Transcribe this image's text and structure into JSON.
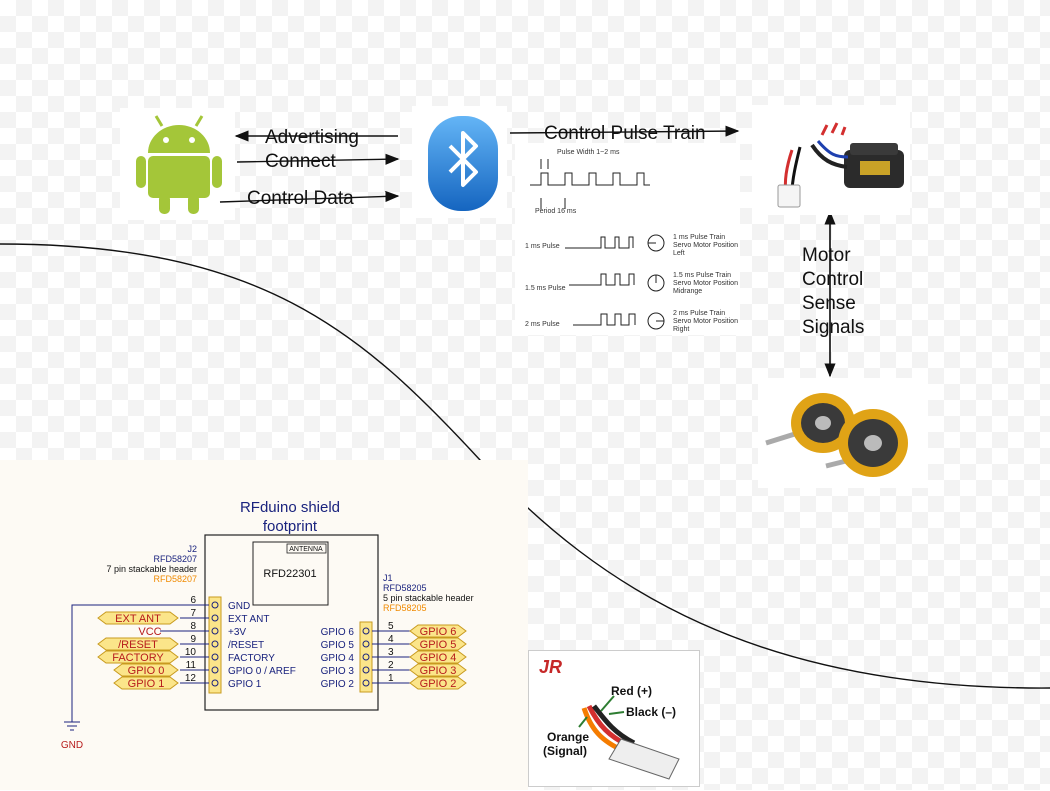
{
  "phone_arrows": {
    "advertising": "Advertising",
    "connect": "Connect",
    "control_data": "Control Data"
  },
  "pulse_train_label": "Control Pulse Train",
  "motor_label_lines": [
    "Motor",
    "Control",
    "Sense",
    "Signals"
  ],
  "pulse_diagram": {
    "width_label": "Pulse Width 1~2 ms",
    "period_label": "Period 16 ms",
    "rows": [
      {
        "label": "1 ms Pulse",
        "desc": [
          "1 ms Pulse Train",
          "Servo Motor Position",
          "Left"
        ]
      },
      {
        "label": "1.5 ms Pulse",
        "desc": [
          "1.5 ms Pulse Train",
          "Servo Motor Position",
          "Midrange"
        ]
      },
      {
        "label": "2 ms Pulse",
        "desc": [
          "2 ms Pulse Train",
          "Servo Motor Position",
          "Right"
        ]
      }
    ]
  },
  "shield": {
    "title_line1": "RFduino shield",
    "title_line2": "footprint",
    "antenna": "ANTENNA",
    "chip": "RFD22301",
    "j2": {
      "ref": "J2",
      "part": "RFD58207",
      "desc": "7 pin stackable header",
      "part_alt": "RFD58207"
    },
    "j1": {
      "ref": "J1",
      "part": "RFD58205",
      "desc": "5 pin stackable header",
      "part_alt": "RFD58205"
    },
    "left_pins": [
      {
        "num": "6",
        "name": "GND"
      },
      {
        "num": "7",
        "name": "EXT ANT"
      },
      {
        "num": "8",
        "name": "+3V"
      },
      {
        "num": "9",
        "name": "/RESET"
      },
      {
        "num": "10",
        "name": "FACTORY"
      },
      {
        "num": "11",
        "name": "GPIO 0 / AREF"
      },
      {
        "num": "12",
        "name": "GPIO 1"
      }
    ],
    "left_tags": [
      "EXT ANT",
      "VCC",
      "/RESET",
      "FACTORY",
      "GPIO 0",
      "GPIO 1"
    ],
    "right_pins": [
      {
        "num": "5",
        "name": "GPIO 6"
      },
      {
        "num": "4",
        "name": "GPIO 5"
      },
      {
        "num": "3",
        "name": "GPIO 4"
      },
      {
        "num": "2",
        "name": "GPIO 3"
      },
      {
        "num": "1",
        "name": "GPIO 2"
      }
    ],
    "right_tags": [
      "GPIO 6",
      "GPIO 5",
      "GPIO 4",
      "GPIO 3",
      "GPIO 2"
    ],
    "gnd": "GND"
  },
  "servo_plug": {
    "brand": "JR",
    "red": "Red (+)",
    "black": "Black (–)",
    "orange_line1": "Orange",
    "orange_line2": "(Signal)"
  },
  "colors": {
    "android_green": "#a4c639",
    "bluetooth_blue": "#1e88e5",
    "tag_fill": "#fbe58a",
    "tag_stroke": "#c89a1e",
    "schematic_blue": "#1a237e",
    "part_orange": "#f08a00"
  }
}
